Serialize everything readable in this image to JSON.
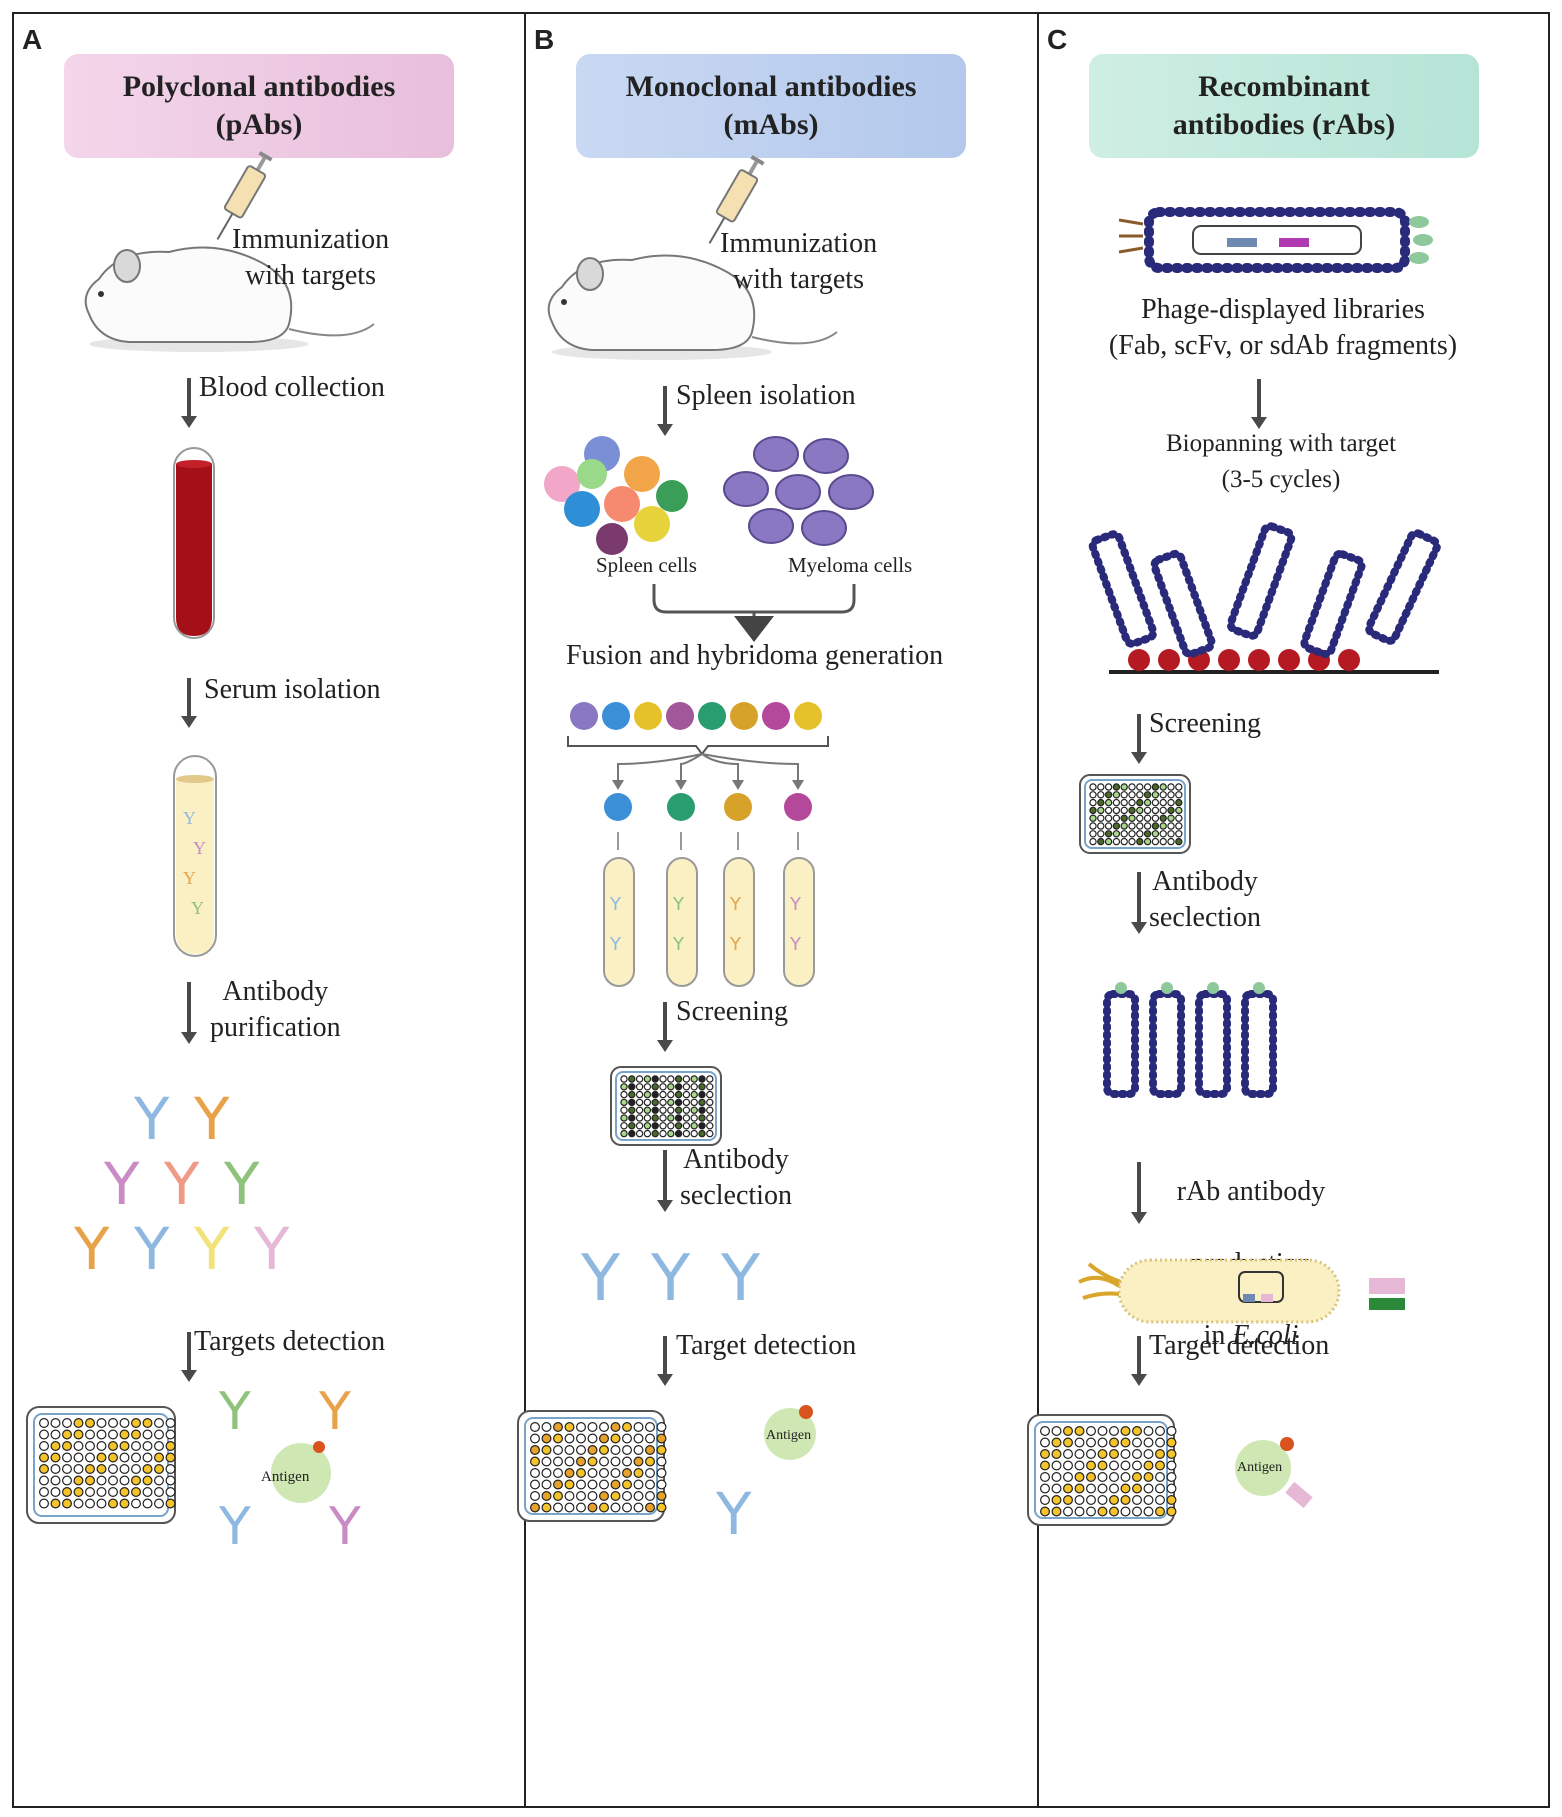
{
  "panels": {
    "a": {
      "label": "A",
      "header": "Polyclonal antibodies\n(pAbs)",
      "immunization": "Immunization\nwith targets",
      "step1": "Blood collection",
      "step2": "Serum isolation",
      "step3": "Antibody\npurification",
      "step4": "Targets detection",
      "antigen": "Antigen"
    },
    "b": {
      "label": "B",
      "header": "Monoclonal antibodies\n(mAbs)",
      "immunization": "Immunization\nwith targets",
      "step1": "Spleen isolation",
      "spleen_cells": "Spleen cells",
      "myeloma_cells": "Myeloma cells",
      "fusion": "Fusion and hybridoma generation",
      "screening": "Screening",
      "selection": "Antibody\nseclection",
      "detection": "Target detection",
      "antigen": "Antigen"
    },
    "c": {
      "label": "C",
      "header": "Recombinant\nantibodies (rAbs)",
      "libraries": "Phage-displayed libraries\n(Fab, scFv, or sdAb fragments)",
      "biopanning": "Biopanning with target\n(3-5 cycles)",
      "screening": "Screening",
      "selection": "Antibody\nseclection",
      "production_line1": "rAb antibody",
      "production_line2": "production",
      "production_in": "in ",
      "production_organism": "E.coli",
      "detection": "Target detection",
      "antigen": "Antigen"
    }
  },
  "colors": {
    "blood": "#a50f18",
    "serum": "#fbf0c4",
    "antibody_blue": "#8fb8e0",
    "antibody_orange": "#e8a34a",
    "antibody_pink": "#c98bc4",
    "antibody_green": "#8fc27a",
    "antigen": "#cfe8b3",
    "phage": "#2a2a7a",
    "well_yellow": "#f5c32a"
  }
}
